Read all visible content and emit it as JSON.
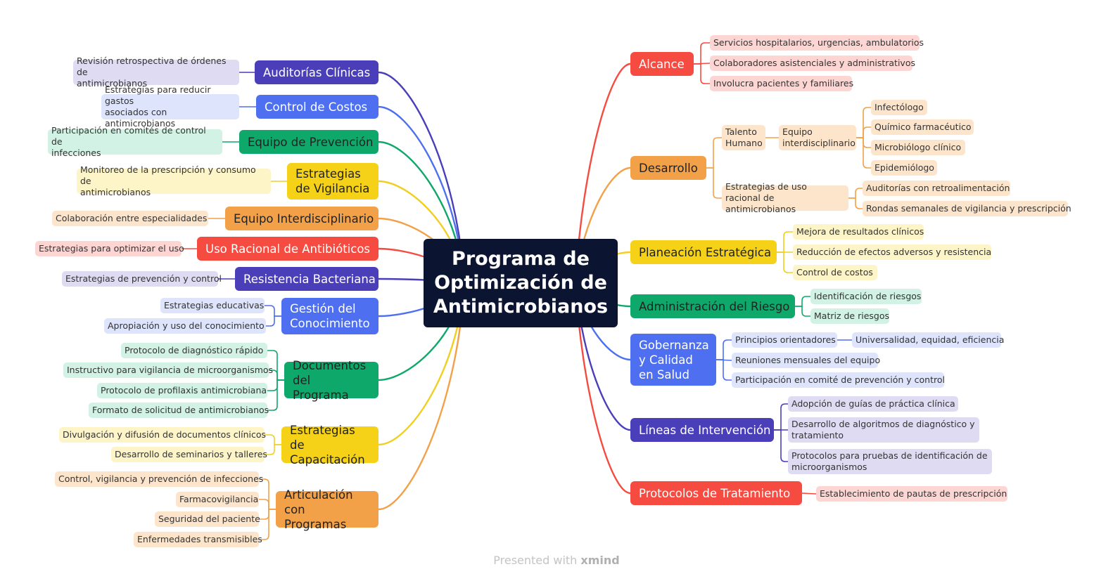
{
  "central": {
    "line1": "Programa de",
    "line2": "Optimización de",
    "line3": "Antimicrobianos"
  },
  "footer": {
    "presented": "Presented with",
    "brand": "xmind"
  },
  "colors": {
    "navy": "#4a3fb8",
    "blue": "#4d6ff0",
    "green": "#0fa86b",
    "yellow": "#f5d218",
    "orange": "#f2a149",
    "red": "#f64b41",
    "central": "#0b1430"
  },
  "left": [
    {
      "key": "auditorias",
      "label": [
        "Auditorías Clínicas"
      ],
      "color": "navy",
      "subs": [
        [
          "Revisión retrospectiva de órdenes de",
          "antimicrobianos"
        ]
      ]
    },
    {
      "key": "costos",
      "label": [
        "Control de Costos"
      ],
      "color": "blue",
      "subs": [
        [
          "Estrategias para reducir gastos",
          "asociados con antimicrobianos"
        ]
      ]
    },
    {
      "key": "prevencion",
      "label": [
        "Equipo de Prevención"
      ],
      "color": "green",
      "subs": [
        [
          "Participación en comités de control de",
          "infecciones"
        ]
      ]
    },
    {
      "key": "vigilancia",
      "label": [
        "Estrategias",
        "de Vigilancia"
      ],
      "color": "yellow",
      "subs": [
        [
          "Monitoreo de la prescripción y consumo de",
          "antimicrobianos"
        ]
      ]
    },
    {
      "key": "interdisciplinario",
      "label": [
        "Equipo Interdisciplinario"
      ],
      "color": "orange",
      "subs": [
        [
          "Colaboración entre especialidades"
        ]
      ]
    },
    {
      "key": "uso-racional",
      "label": [
        "Uso Racional de Antibióticos"
      ],
      "color": "red",
      "subs": [
        [
          "Estrategias para optimizar el uso"
        ]
      ]
    },
    {
      "key": "resistencia",
      "label": [
        "Resistencia Bacteriana"
      ],
      "color": "navy",
      "subs": [
        [
          "Estrategias de prevención y control"
        ]
      ]
    },
    {
      "key": "conocimiento",
      "label": [
        "Gestión del",
        "Conocimiento"
      ],
      "color": "blue",
      "subs": [
        [
          "Estrategias educativas"
        ],
        [
          "Apropiación y uso del conocimiento"
        ]
      ]
    },
    {
      "key": "documentos",
      "label": [
        "Documentos",
        "del Programa"
      ],
      "color": "green",
      "subs": [
        [
          "Protocolo de diagnóstico rápido"
        ],
        [
          "Instructivo para vigilancia de microorganismos"
        ],
        [
          "Protocolo de profilaxis antimicrobiana"
        ],
        [
          "Formato de solicitud de antimicrobianos"
        ]
      ]
    },
    {
      "key": "capacitacion",
      "label": [
        "Estrategias de",
        "Capacitación"
      ],
      "color": "yellow",
      "subs": [
        [
          "Divulgación y difusión de documentos clínicos"
        ],
        [
          "Desarrollo de seminarios y talleres"
        ]
      ]
    },
    {
      "key": "articulacion",
      "label": [
        "Articulación",
        "con Programas"
      ],
      "color": "orange",
      "subs": [
        [
          "Control, vigilancia y prevención de infecciones"
        ],
        [
          "Farmacovigilancia"
        ],
        [
          "Seguridad del paciente"
        ],
        [
          "Enfermedades transmisibles"
        ]
      ]
    }
  ],
  "right": [
    {
      "key": "alcance",
      "label": [
        "Alcance"
      ],
      "color": "red",
      "subs": [
        [
          "Servicios hospitalarios, urgencias, ambulatorios"
        ],
        [
          "Colaboradores asistenciales y administrativos"
        ],
        [
          "Involucra pacientes y familiares"
        ]
      ]
    },
    {
      "key": "desarrollo",
      "label": [
        "Desarrollo"
      ],
      "color": "orange",
      "l1": [
        [
          "Talento",
          "Humano"
        ],
        [
          "Estrategias de uso",
          "racional de antimicrobianos"
        ]
      ],
      "l2": [
        [
          "Equipo",
          "interdisciplinario"
        ]
      ],
      "l3": [
        [
          "Infectólogo"
        ],
        [
          "Químico farmacéutico"
        ],
        [
          "Microbiólogo clínico"
        ],
        [
          "Epidemiólogo"
        ],
        [
          "Auditorías con retroalimentación"
        ],
        [
          "Rondas semanales de vigilancia y prescripción"
        ]
      ]
    },
    {
      "key": "planeacion",
      "label": [
        "Planeación Estratégica"
      ],
      "color": "yellow",
      "subs": [
        [
          "Mejora de resultados clínicos"
        ],
        [
          "Reducción de efectos adversos y resistencia"
        ],
        [
          "Control de costos"
        ]
      ]
    },
    {
      "key": "riesgo",
      "label": [
        "Administración del Riesgo"
      ],
      "color": "green",
      "subs": [
        [
          "Identificación de riesgos"
        ],
        [
          "Matriz de riesgos"
        ]
      ]
    },
    {
      "key": "gobernanza",
      "label": [
        "Gobernanza",
        "y Calidad",
        "en Salud"
      ],
      "color": "blue",
      "subs": [
        [
          "Principios orientadores"
        ],
        [
          "Reuniones mensuales del equipo"
        ],
        [
          "Participación en comité de prevención y control"
        ]
      ],
      "extra": [
        [
          "Universalidad, equidad, eficiencia"
        ]
      ]
    },
    {
      "key": "intervencion",
      "label": [
        "Líneas de Intervención"
      ],
      "color": "navy",
      "subs": [
        [
          "Adopción de guías de práctica clínica"
        ],
        [
          "Desarrollo de algoritmos de diagnóstico y",
          "tratamiento"
        ],
        [
          "Protocolos para pruebas de identificación de",
          "microorganismos"
        ]
      ]
    },
    {
      "key": "protocolos",
      "label": [
        "Protocolos de Tratamiento"
      ],
      "color": "red",
      "subs": [
        [
          "Establecimiento de pautas de prescripción"
        ]
      ]
    }
  ]
}
